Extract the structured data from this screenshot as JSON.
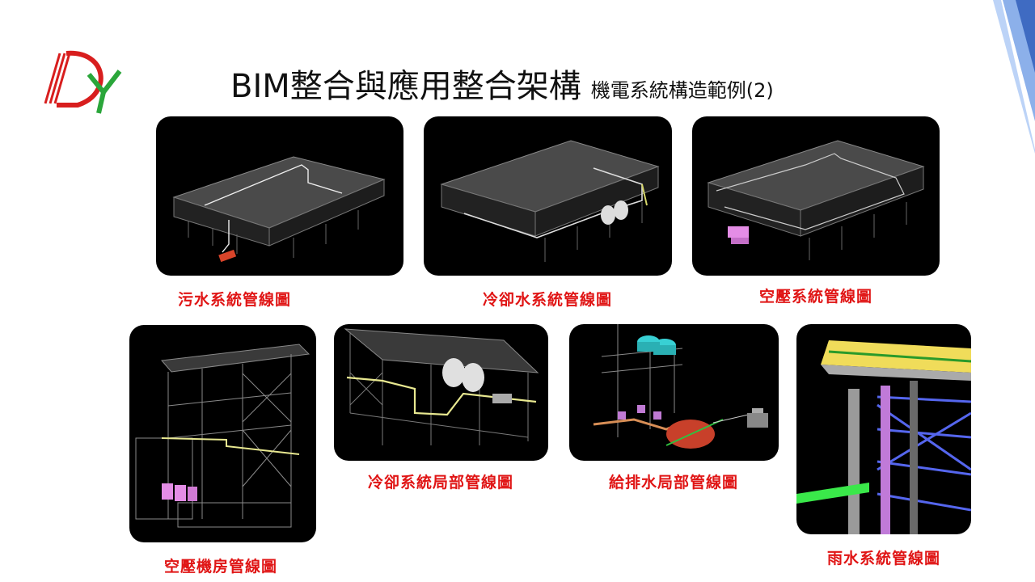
{
  "header": {
    "title": "BIM整合與應用整合架構",
    "subtitle": "機電系統構造範例(2)"
  },
  "panels": [
    {
      "caption": "污水系統管線圖"
    },
    {
      "caption": "冷卻水系統管線圖"
    },
    {
      "caption": "空壓系統管線圖"
    },
    {
      "caption": "空壓機房管線圖"
    },
    {
      "caption": "冷卻系統局部管線圖"
    },
    {
      "caption": "給排水局部管線圖"
    },
    {
      "caption": "雨水系統管線圖"
    }
  ],
  "colors": {
    "caption": "#e01515",
    "panel_bg": "#000000",
    "logo_red": "#d81e1e",
    "logo_green": "#2aa63a"
  }
}
